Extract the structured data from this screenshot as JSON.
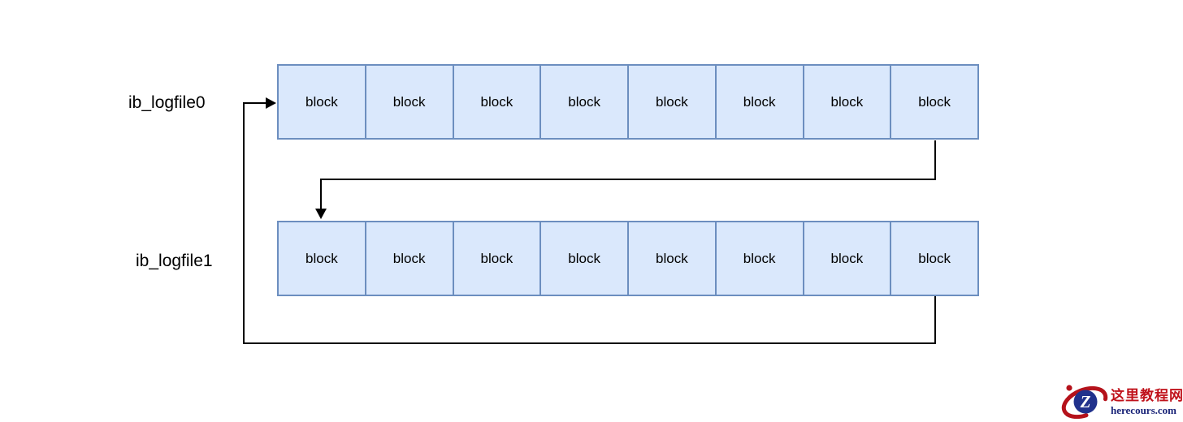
{
  "diagram": {
    "files": [
      {
        "label": "ib_logfile0",
        "blocks": [
          "block",
          "block",
          "block",
          "block",
          "block",
          "block",
          "block",
          "block"
        ]
      },
      {
        "label": "ib_logfile1",
        "blocks": [
          "block",
          "block",
          "block",
          "block",
          "block",
          "block",
          "block",
          "block"
        ]
      }
    ],
    "connectors": [
      "arrow-into-logfile0-start",
      "logfile0-end-to-logfile1-start",
      "logfile1-end-return-loop"
    ],
    "colors": {
      "block_fill": "#dae8fc",
      "block_border": "#6c8ebf",
      "connector": "#000000",
      "label_text": "#000000"
    }
  },
  "watermark": {
    "logo_letter": "Z",
    "title": "这里教程网",
    "domain": "herecours.com",
    "colors": {
      "red": "#c0121b",
      "navy": "#1a2478",
      "circle": "#20318c"
    }
  }
}
